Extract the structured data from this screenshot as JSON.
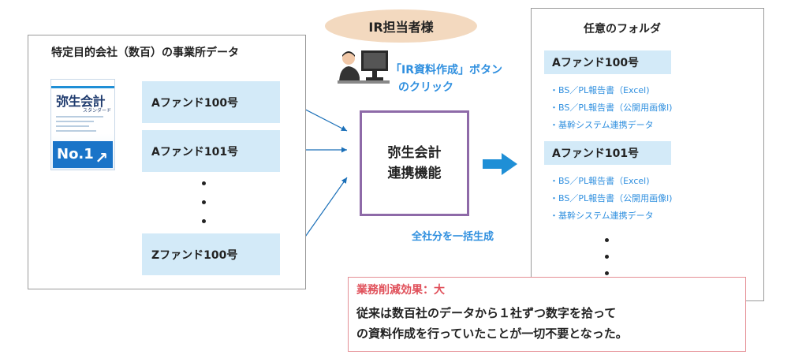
{
  "header": {
    "ir_person": "IR担当者様"
  },
  "left": {
    "title": "特定目的会社（数百）の事業所データ",
    "product": {
      "brand_title": "弥生会計",
      "brand_sub": "スタンダード",
      "badge": "No.1"
    },
    "funds": [
      "Aファンド100号",
      "Aファンド101号",
      "Zファンド100号"
    ]
  },
  "center": {
    "button_text_line1": "「IR資料作成」ボタン",
    "button_text_line2": "のクリック",
    "function_line1": "弥生会計",
    "function_line2": "連携機能",
    "batch_text": "全社分を一括生成"
  },
  "right": {
    "folder_label": "任意のフォルダ",
    "groups": [
      {
        "name": "Aファンド100号",
        "items": [
          "・BS／PL報告書（Excel)",
          "・BS／PL報告書（公開用画像l)",
          "・基幹システム連携データ"
        ]
      },
      {
        "name": "Aファンド101号",
        "items": [
          "・BS／PL報告書（Excel)",
          "・BS／PL報告書（公開用画像l)",
          "・基幹システム連携データ"
        ]
      }
    ]
  },
  "effect": {
    "title": "業務削減効果：大",
    "line1": "従来は数百社のデータから１社ずつ数字を拾って",
    "line2": "の資料作成を行っていたことが一切不要となった。"
  },
  "colors": {
    "accent_blue": "#2f8fdf",
    "fund_bg": "#d3eaf8",
    "frame_purple": "#8e6aa8",
    "effect_red": "#e0505a",
    "oval": "#f3d9bf"
  }
}
